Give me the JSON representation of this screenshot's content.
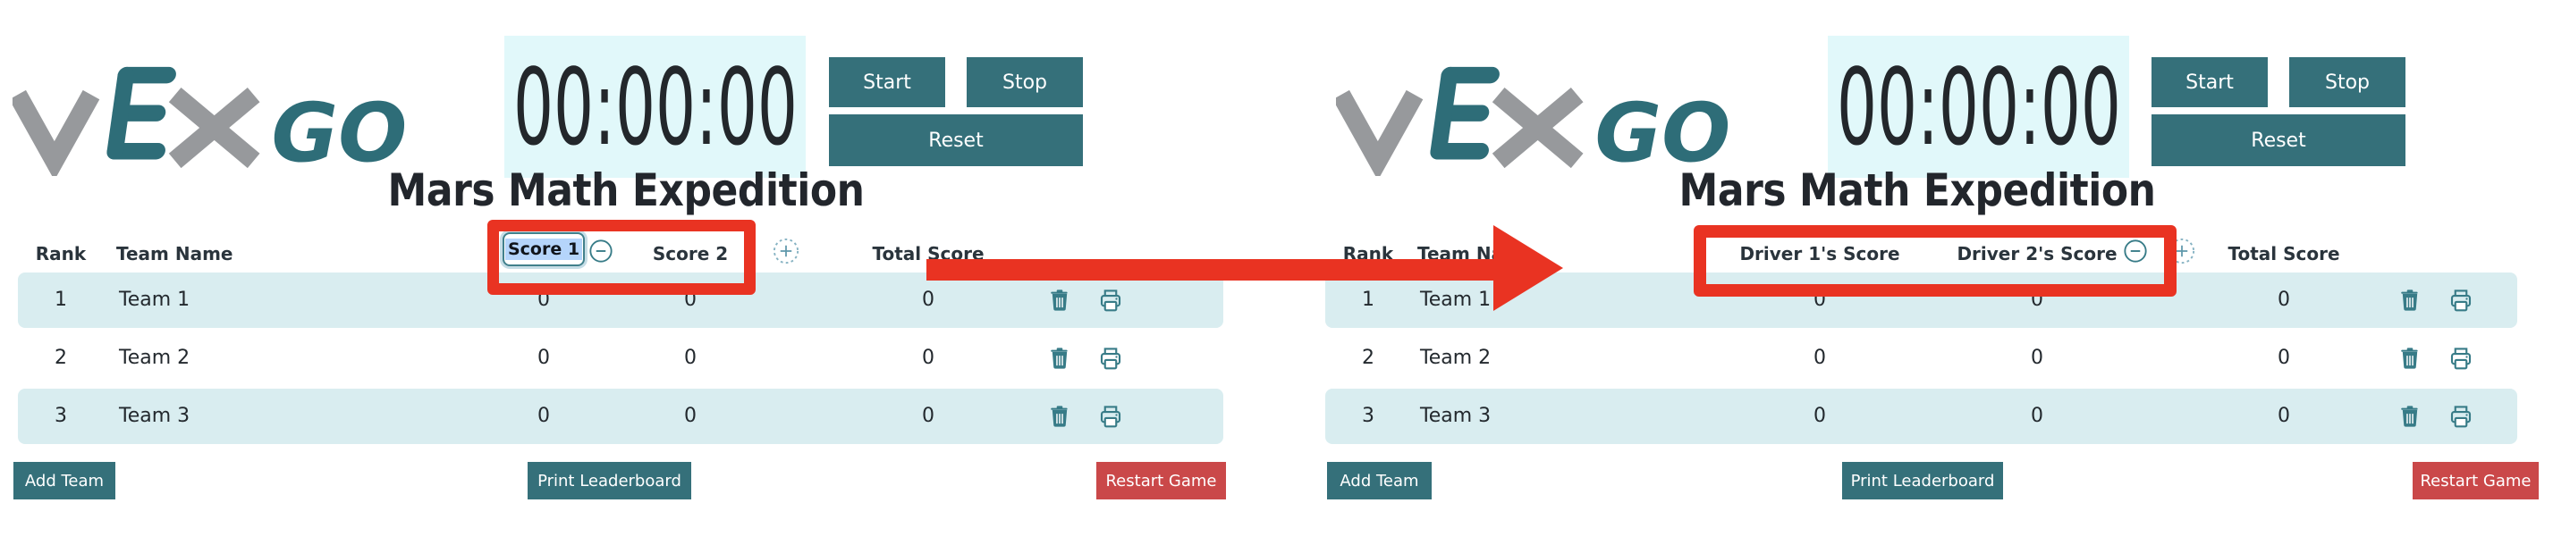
{
  "colors": {
    "teal": "#35707a",
    "teal_icon": "#377b87",
    "logo_teal": "#2e6d78",
    "logo_gray": "#97999c",
    "annotation_red": "#e93322",
    "restart_red": "#ca4849",
    "row_bg": "#d9edf0",
    "timer_bg": "#e1f8fa",
    "selection_blue": "#b5d5fb",
    "heading_text": "#2a343c",
    "body_text": "#23292e"
  },
  "icons": {
    "remove_column": "minus-circle-icon",
    "add_column": "plus-circle-icon",
    "delete_row": "trash-icon",
    "print_row": "printer-icon"
  },
  "panels": [
    {
      "name": "before",
      "logo": {
        "brand": "VEX",
        "product": "GO"
      },
      "timer": {
        "display": "00:00:00"
      },
      "controls": {
        "start": "Start",
        "stop": "Stop",
        "reset": "Reset"
      },
      "title": "Mars Math Expedition",
      "table": {
        "headers": {
          "rank": "Rank",
          "team": "Team Name",
          "score1": "Score 1",
          "score2": "Score 2",
          "total": "Total Score"
        },
        "score1_state": "text-selected-for-editing",
        "rows": [
          {
            "rank": "1",
            "team": "Team 1",
            "score1": "0",
            "score2": "0",
            "total": "0"
          },
          {
            "rank": "2",
            "team": "Team 2",
            "score1": "0",
            "score2": "0",
            "total": "0"
          },
          {
            "rank": "3",
            "team": "Team 3",
            "score1": "0",
            "score2": "0",
            "total": "0"
          }
        ]
      },
      "footer": {
        "add_team": "Add Team",
        "print_leaderboard": "Print Leaderboard",
        "restart_game": "Restart Game"
      }
    },
    {
      "name": "after",
      "logo": {
        "brand": "VEX",
        "product": "GO"
      },
      "timer": {
        "display": "00:00:00"
      },
      "controls": {
        "start": "Start",
        "stop": "Stop",
        "reset": "Reset"
      },
      "title": "Mars Math Expedition",
      "table": {
        "headers": {
          "rank": "Rank",
          "team": "Team Name",
          "score1": "Driver 1's Score",
          "score2": "Driver 2's Score",
          "total": "Total Score"
        },
        "rows": [
          {
            "rank": "1",
            "team": "Team 1",
            "score1": "0",
            "score2": "0",
            "total": "0"
          },
          {
            "rank": "2",
            "team": "Team 2",
            "score1": "0",
            "score2": "0",
            "total": "0"
          },
          {
            "rank": "3",
            "team": "Team 3",
            "score1": "0",
            "score2": "0",
            "total": "0"
          }
        ]
      },
      "footer": {
        "add_team": "Add Team",
        "print_leaderboard": "Print Leaderboard",
        "restart_game": "Restart Game"
      }
    }
  ]
}
